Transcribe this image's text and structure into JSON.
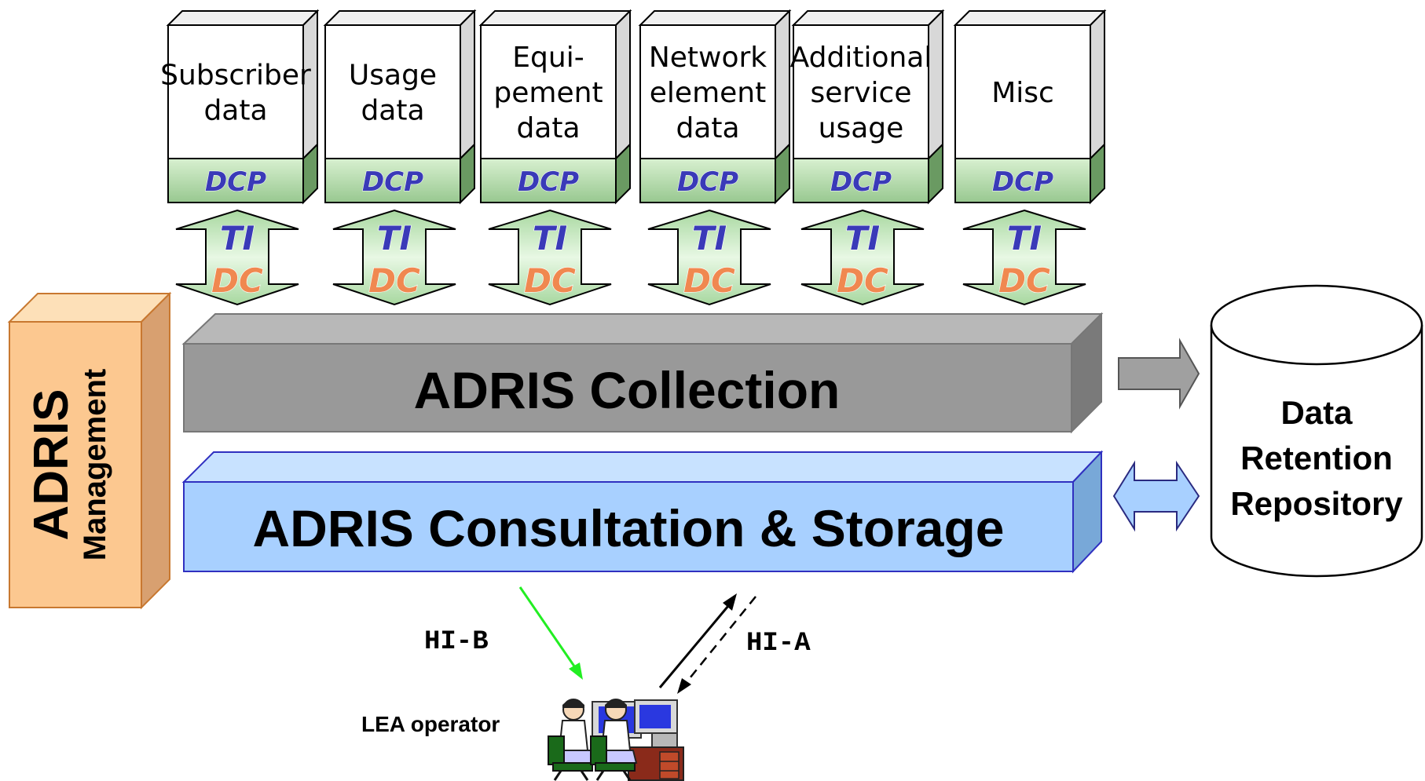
{
  "sources": [
    {
      "lines": [
        "Subscriber",
        "data"
      ],
      "dcp": "DCP"
    },
    {
      "lines": [
        "Usage",
        "data"
      ],
      "dcp": "DCP"
    },
    {
      "lines": [
        "Equi-",
        "pement",
        "data"
      ],
      "dcp": "DCP"
    },
    {
      "lines": [
        "Network",
        "element",
        "data"
      ],
      "dcp": "DCP"
    },
    {
      "lines": [
        "Additional",
        "service",
        "usage"
      ],
      "dcp": "DCP"
    },
    {
      "lines": [
        "Misc"
      ],
      "dcp": "DCP"
    }
  ],
  "interfaces": {
    "top": "TI",
    "bottom": "DC"
  },
  "collection": {
    "label": "ADRIS Collection"
  },
  "consultation": {
    "label": "ADRIS Consultation & Storage"
  },
  "management": {
    "title": "ADRIS",
    "subtitle": "Management"
  },
  "repository": {
    "lines": [
      "Data",
      "Retention",
      "Repository"
    ]
  },
  "handover": {
    "hi_b": "HI-B",
    "hi_a": "HI-A"
  },
  "operator": {
    "label": "LEA operator"
  },
  "colors": {
    "source_band": "#b8dcb0",
    "interface_top": "#3a3ab8",
    "interface_bottom": "#f08850",
    "collection": "#999999",
    "consultation": "#a8d0ff",
    "management": "#fcc890",
    "hi_b_arrow": "#22ee22"
  }
}
